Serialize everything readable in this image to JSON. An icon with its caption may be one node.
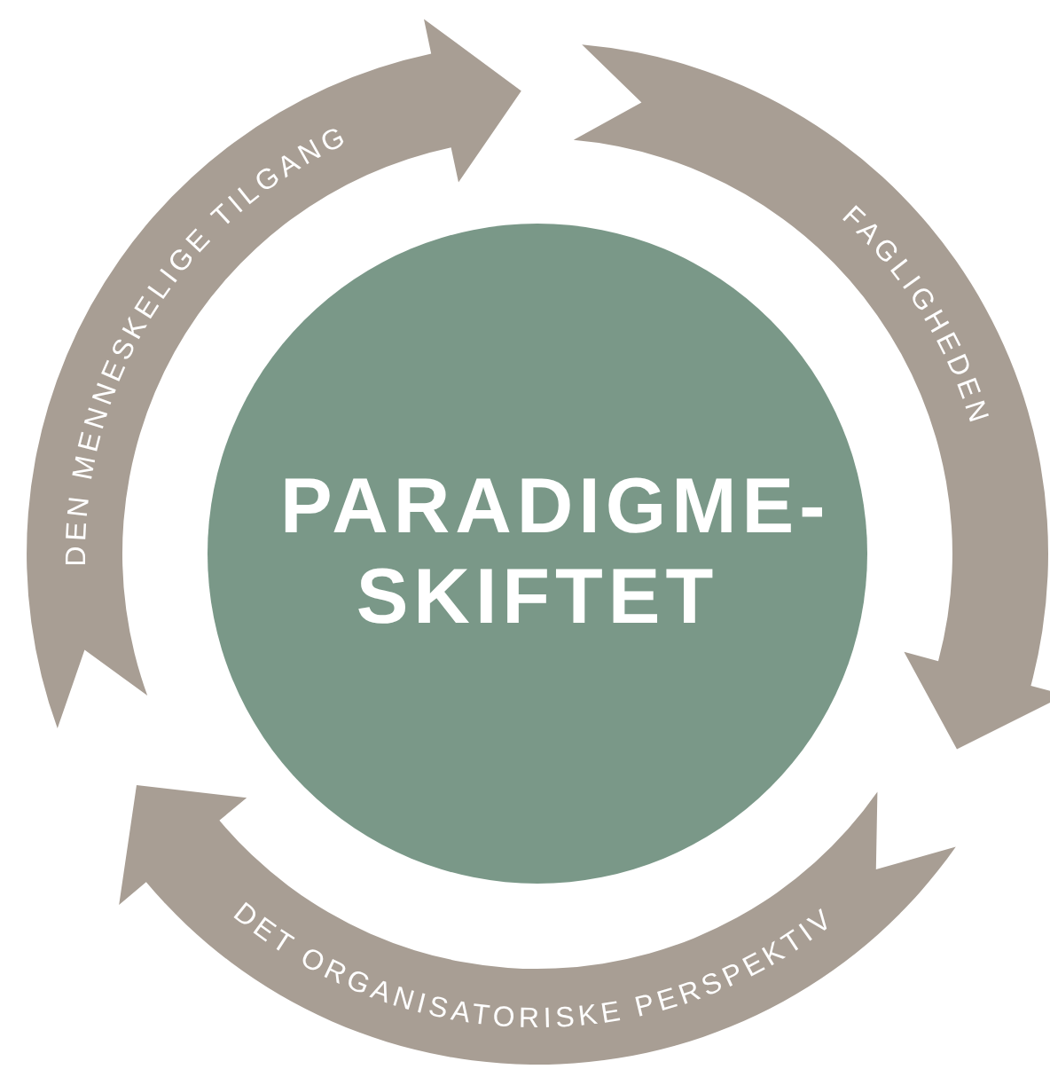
{
  "diagram": {
    "nodes": [
      {
        "text": [
          "PARADIGME- SKIFTET"
        ]
      },
      {
        "text": [
          "FAGLIGHEDEN"
        ]
      },
      {
        "text": [
          "DET ORGANISATORISKE PERSPEKTIV"
        ]
      },
      {
        "text": [
          "DEN MENNESKELIGE TILGANG"
        ]
      }
    ],
    "edges": []
  }
}
